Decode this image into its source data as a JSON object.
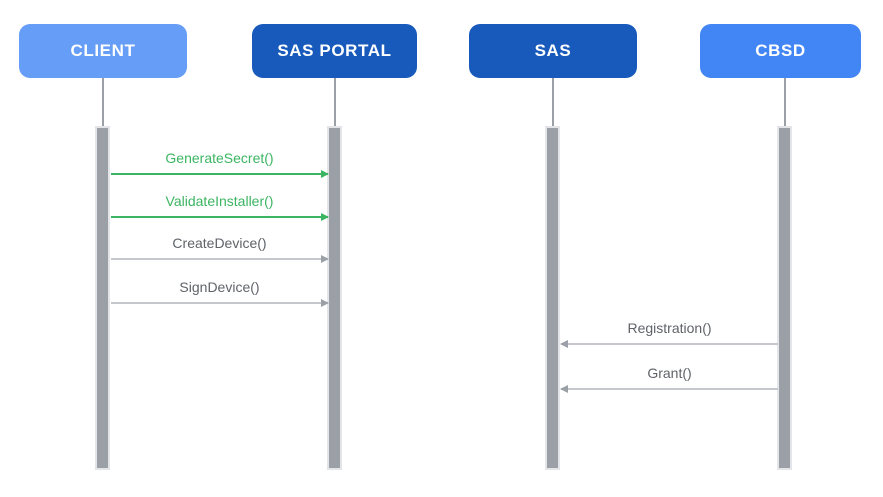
{
  "diagram": {
    "type": "sequence-diagram",
    "actors": [
      {
        "label": "CLIENT",
        "fill": "#669DF6",
        "text_color": "#FFFFFF"
      },
      {
        "label": "SAS PORTAL",
        "fill": "#185ABC",
        "text_color": "#FFFFFF"
      },
      {
        "label": "SAS",
        "fill": "#185ABC",
        "text_color": "#FFFFFF"
      },
      {
        "label": "CBSD",
        "fill": "#4285F4",
        "text_color": "#FFFFFF"
      }
    ],
    "messages": [
      {
        "label": "GenerateSecret()",
        "from": "CLIENT",
        "to": "SAS PORTAL",
        "direction": "right",
        "style": "green"
      },
      {
        "label": "ValidateInstaller()",
        "from": "CLIENT",
        "to": "SAS PORTAL",
        "direction": "right",
        "style": "green"
      },
      {
        "label": "CreateDevice()",
        "from": "CLIENT",
        "to": "SAS PORTAL",
        "direction": "right",
        "style": "gray"
      },
      {
        "label": "SignDevice()",
        "from": "CLIENT",
        "to": "SAS PORTAL",
        "direction": "right",
        "style": "gray"
      },
      {
        "label": "Registration()",
        "from": "CBSD",
        "to": "SAS",
        "direction": "left",
        "style": "gray"
      },
      {
        "label": "Grant()",
        "from": "CBSD",
        "to": "SAS",
        "direction": "left",
        "style": "gray"
      }
    ],
    "colors": {
      "background": "#FFFFFF",
      "green_message": "#3CB562",
      "gray_message_text": "#5F6368",
      "gray_message_line": "#C4C7CB",
      "gray_arrowhead": "#9AA0A6",
      "lifeline": "#9AA0A6",
      "activation_fill": "#9AA0A6",
      "activation_border": "#E3E5E8"
    }
  }
}
